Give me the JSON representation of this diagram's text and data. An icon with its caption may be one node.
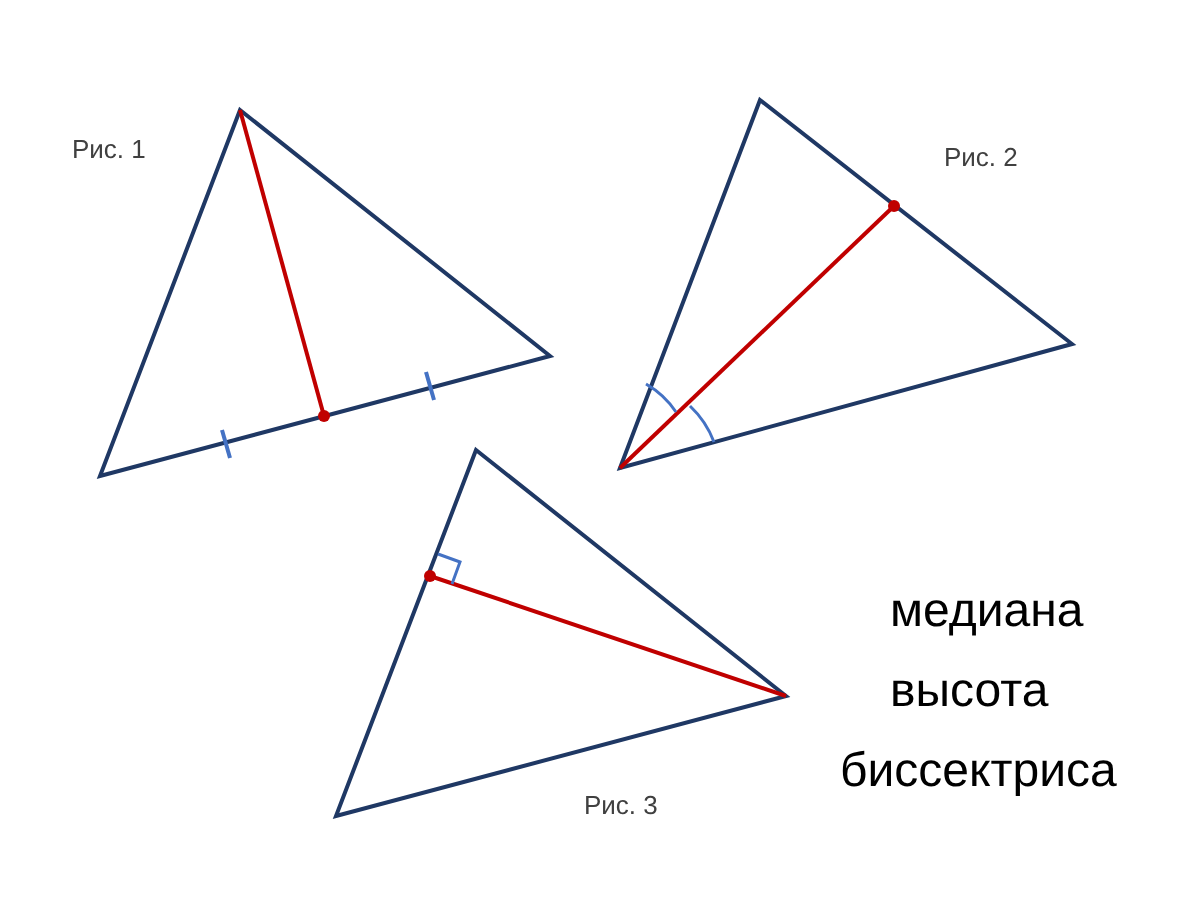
{
  "diagram": {
    "labels": [
      "Рис. 1",
      "Рис. 2",
      "медиана",
      "высота",
      "биссектриса",
      "Рис. 3"
    ]
  }
}
